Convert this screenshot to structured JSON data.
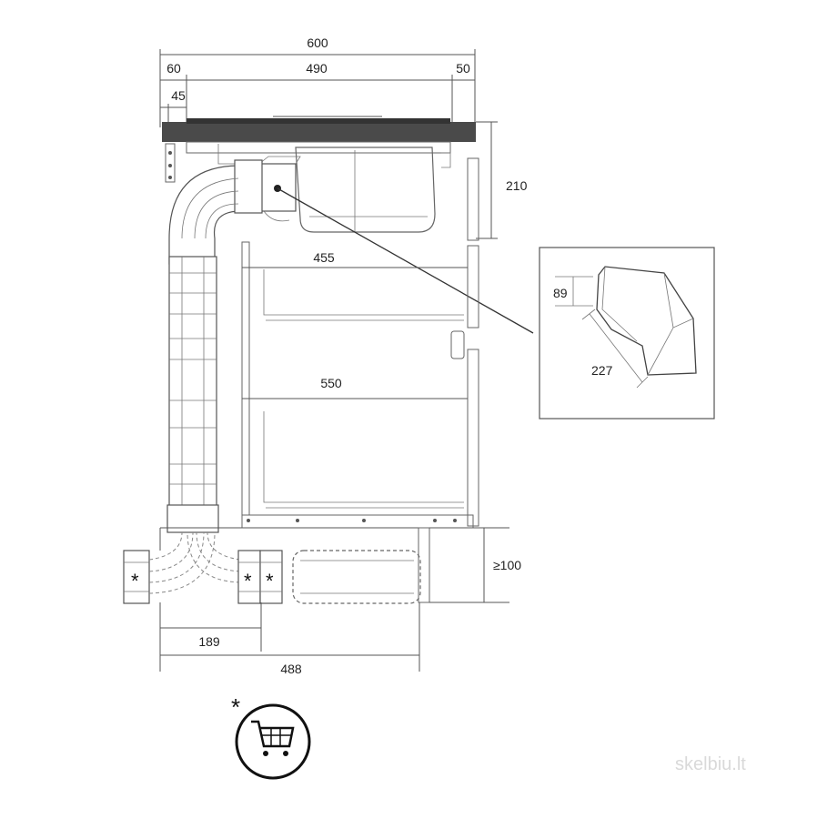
{
  "dimensions": {
    "total_width": "600",
    "left_offset": "60",
    "middle_width": "490",
    "right_offset": "50",
    "small_offset": "45",
    "hob_depth": "210",
    "inner_depth_upper": "455",
    "inner_depth_lower": "550",
    "plinth_height": "≥100",
    "duct_offset": "189",
    "duct_length": "488"
  },
  "detail": {
    "height": "89",
    "length": "227"
  },
  "markers": {
    "accessory_star": "*"
  },
  "watermark": "skelbiu.lt",
  "colors": {
    "worktop": "#4a4a4a",
    "line": "#555555"
  },
  "icons": [
    "shopping-cart-icon",
    "dimension-arrow-icon"
  ]
}
